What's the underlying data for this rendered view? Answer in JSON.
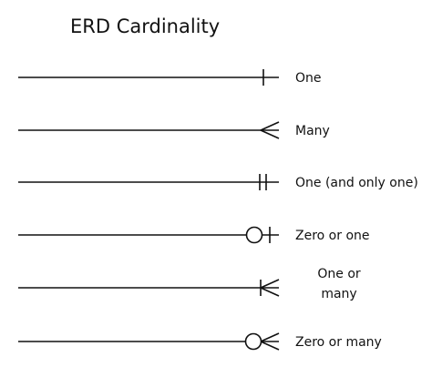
{
  "title": "ERD Cardinality",
  "notations": [
    {
      "label": [
        "One"
      ],
      "symbol": "one"
    },
    {
      "label": [
        "Many"
      ],
      "symbol": "many"
    },
    {
      "label": [
        "One (and only one)"
      ],
      "symbol": "one-and-only-one"
    },
    {
      "label": [
        "Zero or one"
      ],
      "symbol": "zero-or-one"
    },
    {
      "label": [
        "One or",
        "many"
      ],
      "symbol": "one-or-many"
    },
    {
      "label": [
        "Zero or many"
      ],
      "symbol": "zero-or-many"
    }
  ],
  "colors": {
    "line": "#111111",
    "background": "#ffffff"
  }
}
